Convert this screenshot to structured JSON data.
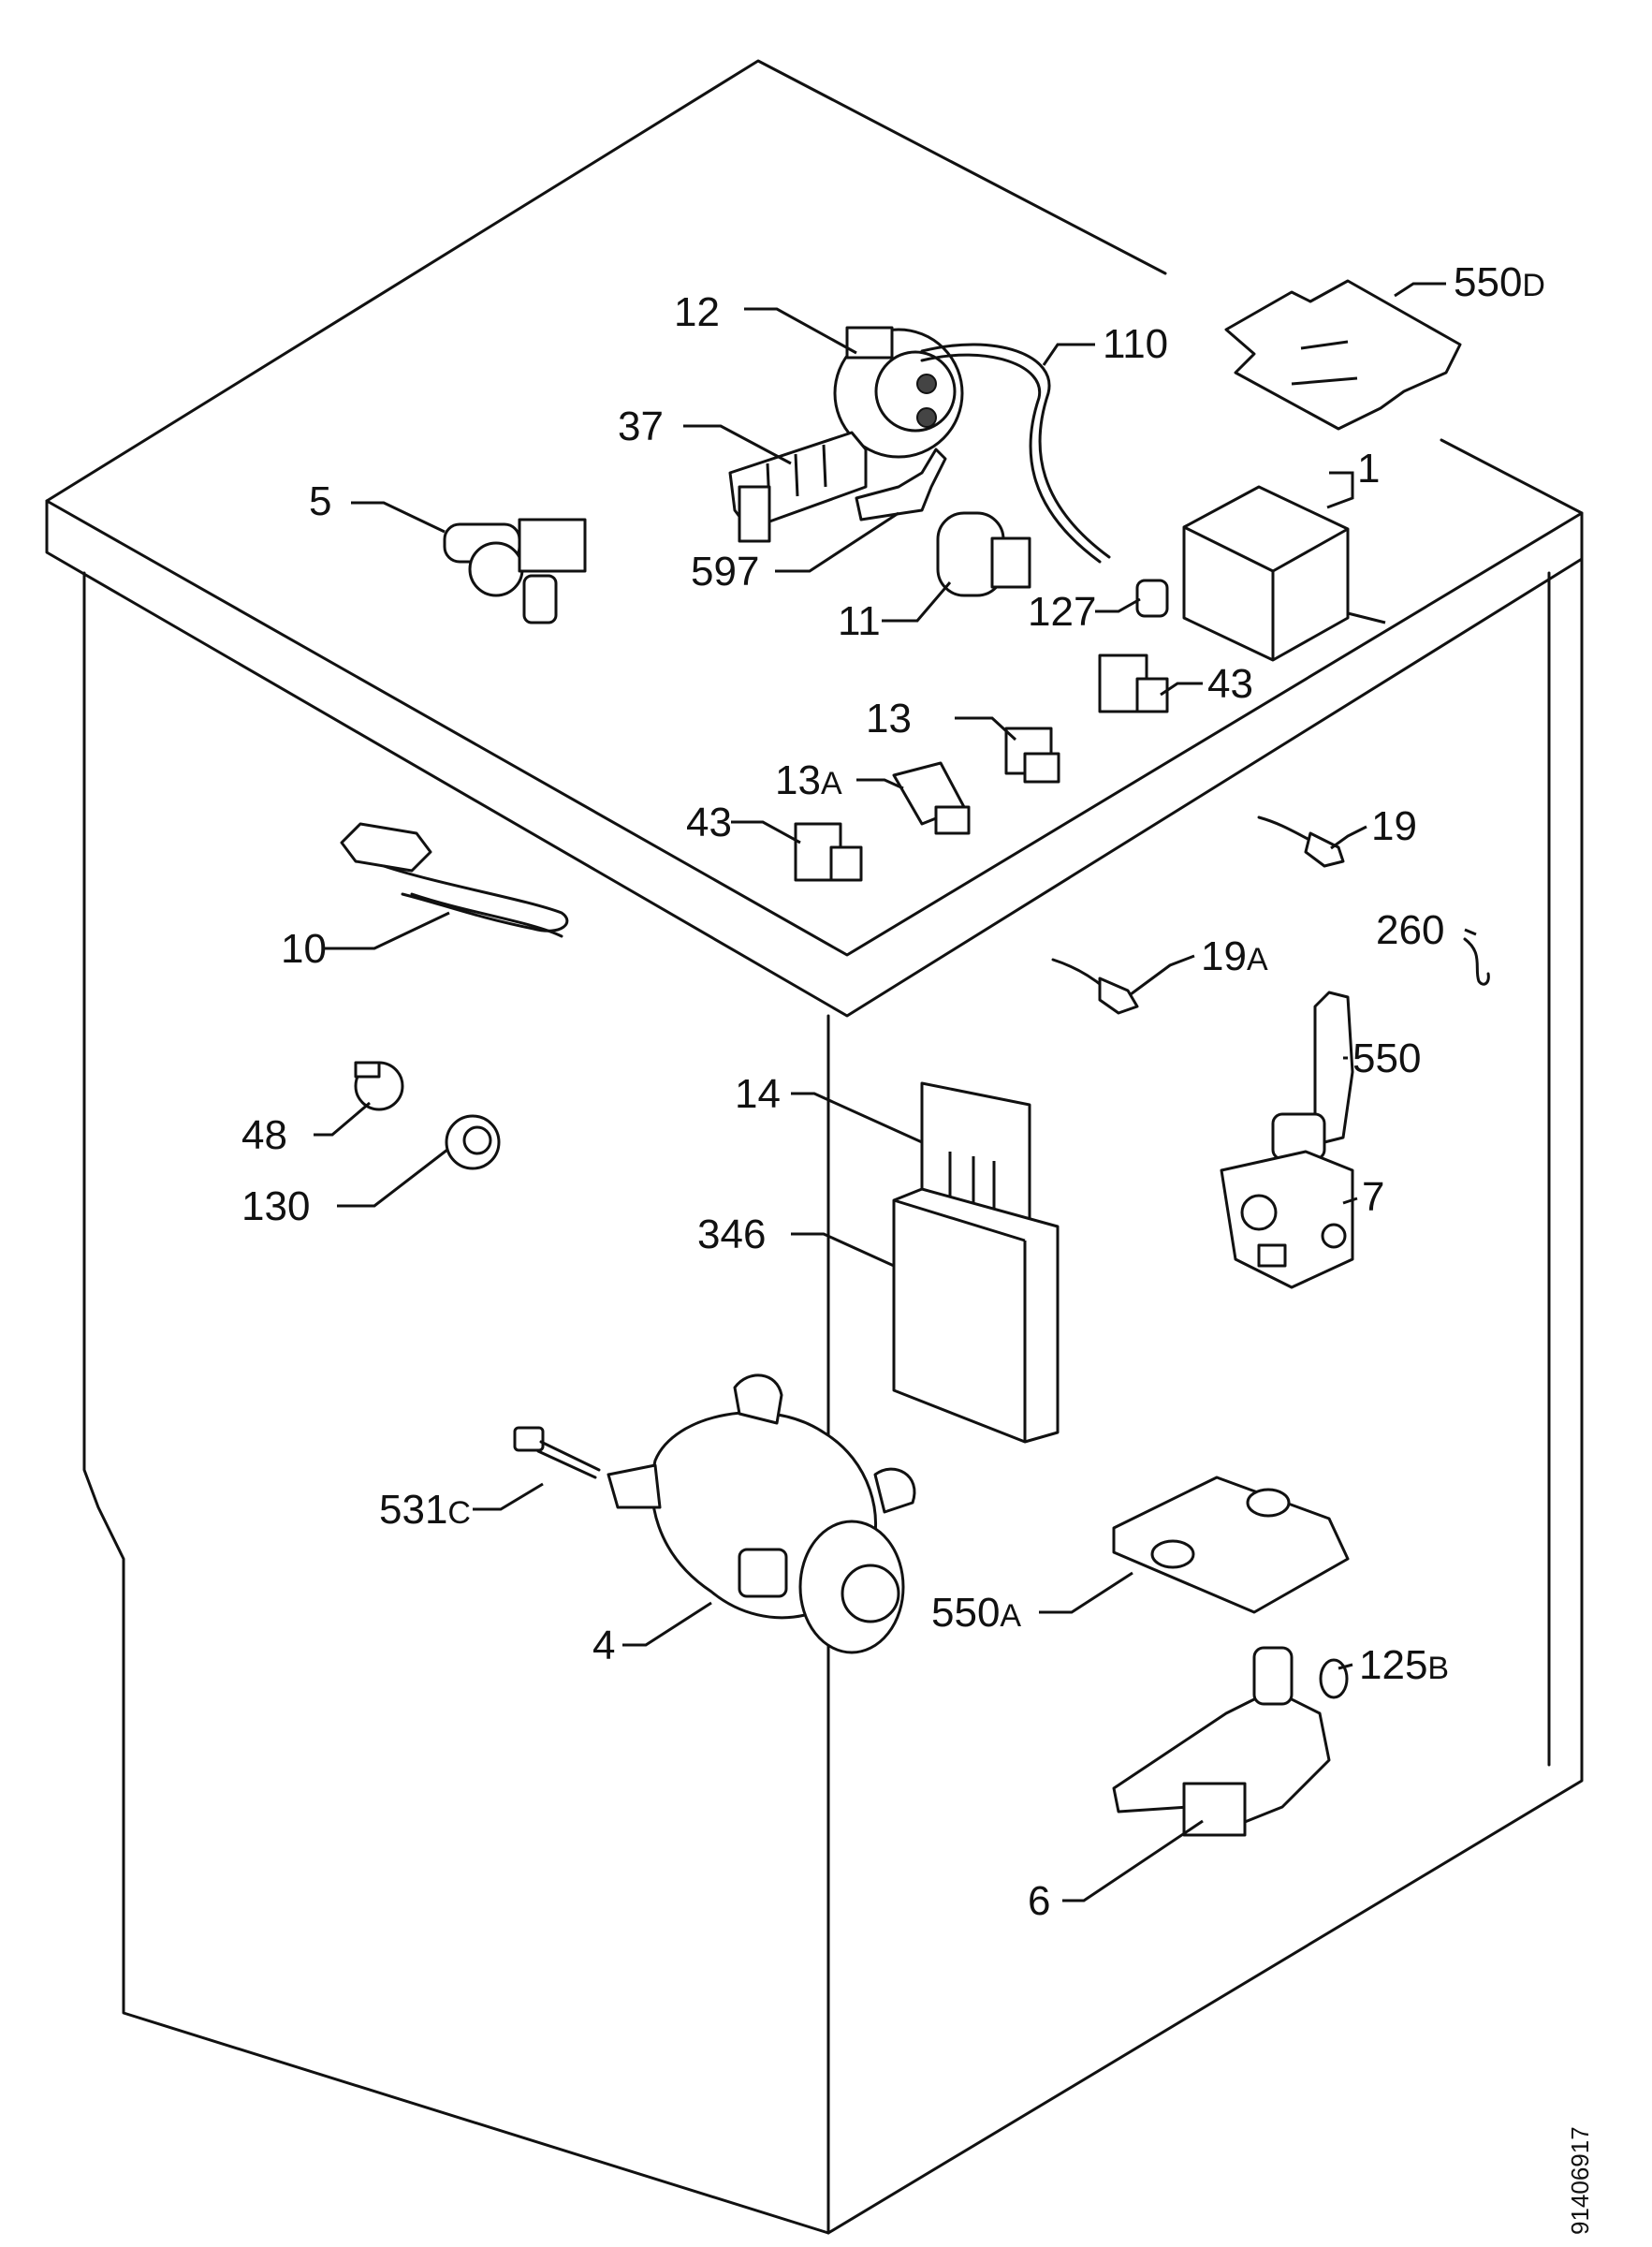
{
  "document_number": "91406917",
  "callouts": {
    "c1": "1",
    "c4": "4",
    "c5": "5",
    "c6": "6",
    "c7": "7",
    "c10": "10",
    "c11": "11",
    "c12": "12",
    "c13": "13",
    "c13a_num": "13",
    "c13a_suf": "A",
    "c14": "14",
    "c19": "19",
    "c19a_num": "19",
    "c19a_suf": "A",
    "c37": "37",
    "c43_top": "43",
    "c43_left": "43",
    "c48": "48",
    "c110": "110",
    "c125b_num": "125",
    "c125b_suf": "B",
    "c127": "127",
    "c130": "130",
    "c260": "260",
    "c346": "346",
    "c531c_num": "531",
    "c531c_suf": "C",
    "c550": "550",
    "c550a_num": "550",
    "c550a_suf": "A",
    "c550d_num": "550",
    "c550d_suf": "D",
    "c597": "597"
  }
}
